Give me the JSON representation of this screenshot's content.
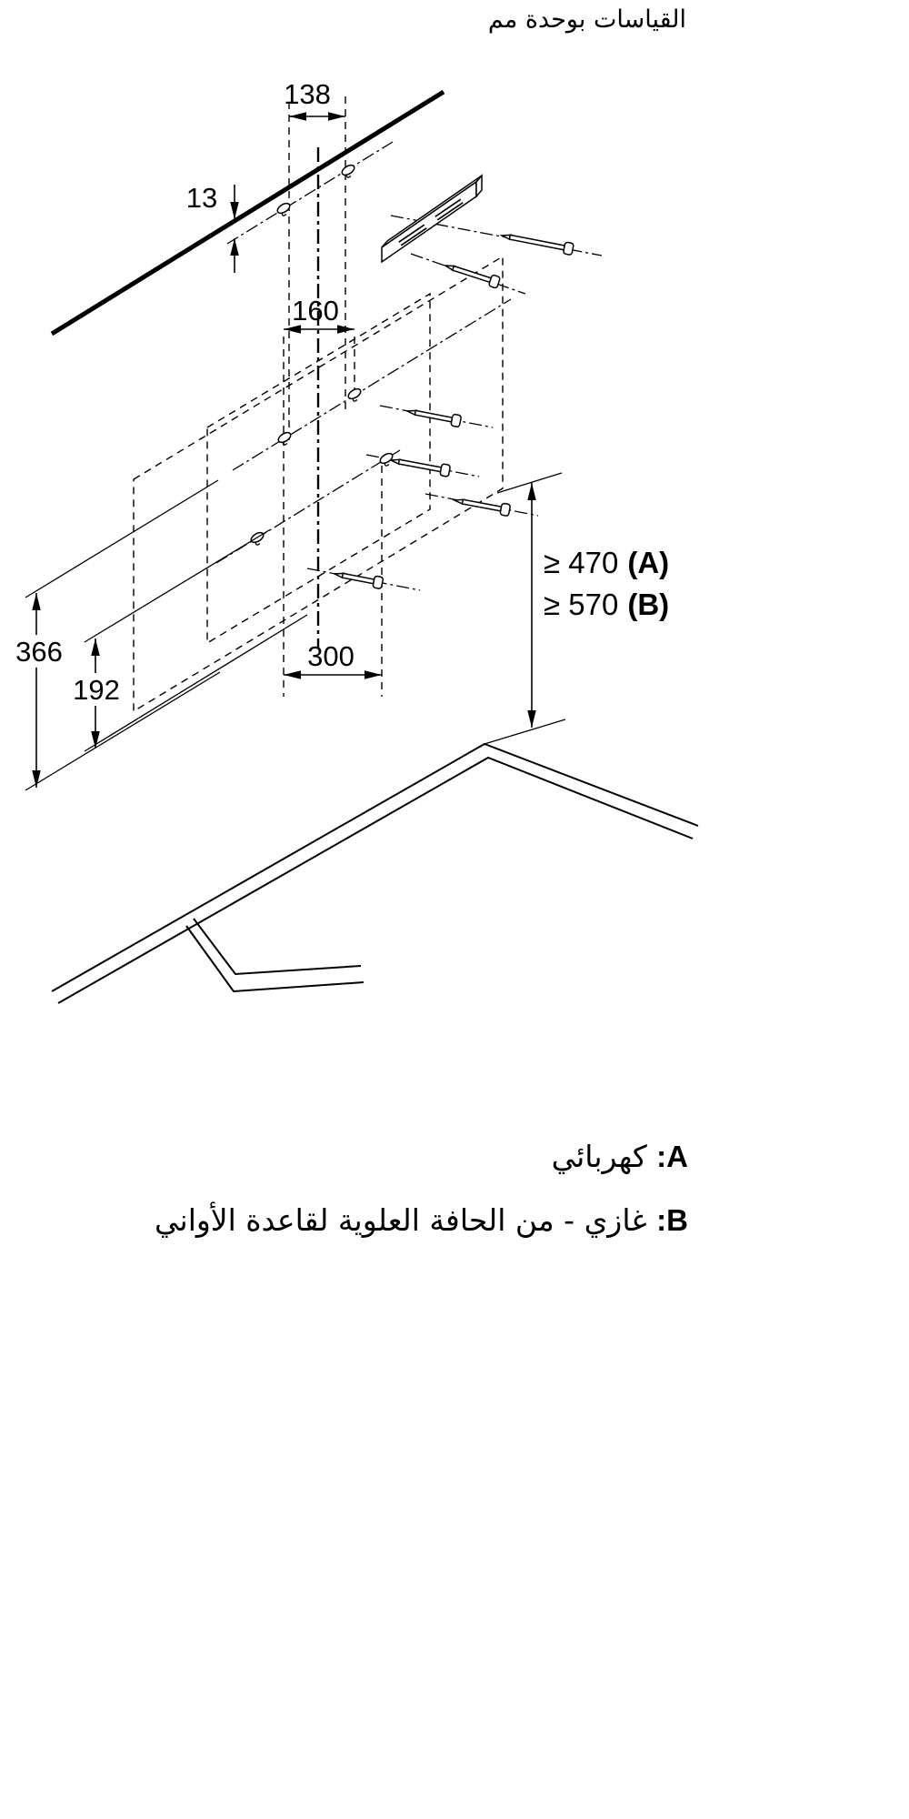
{
  "units_note": "القياسات بوحدة مم",
  "dimensions": {
    "top_hole_spacing": "138",
    "wall_offset": "13",
    "upper_hole_spacing": "160",
    "hood_height": "366",
    "lower_hole_height": "192",
    "lower_hole_spacing": "300"
  },
  "clearance": {
    "a_value": "≥ 470",
    "a_key": "(A)",
    "b_value": "≥ 570",
    "b_key": "(B)"
  },
  "legend": {
    "a_key": "A:",
    "a_text": "كهربائي",
    "b_key": "B:",
    "b_text": "غازي - من الحافة العلوية لقاعدة الأواني"
  },
  "colors": {
    "line": "#000000",
    "background": "#ffffff"
  }
}
